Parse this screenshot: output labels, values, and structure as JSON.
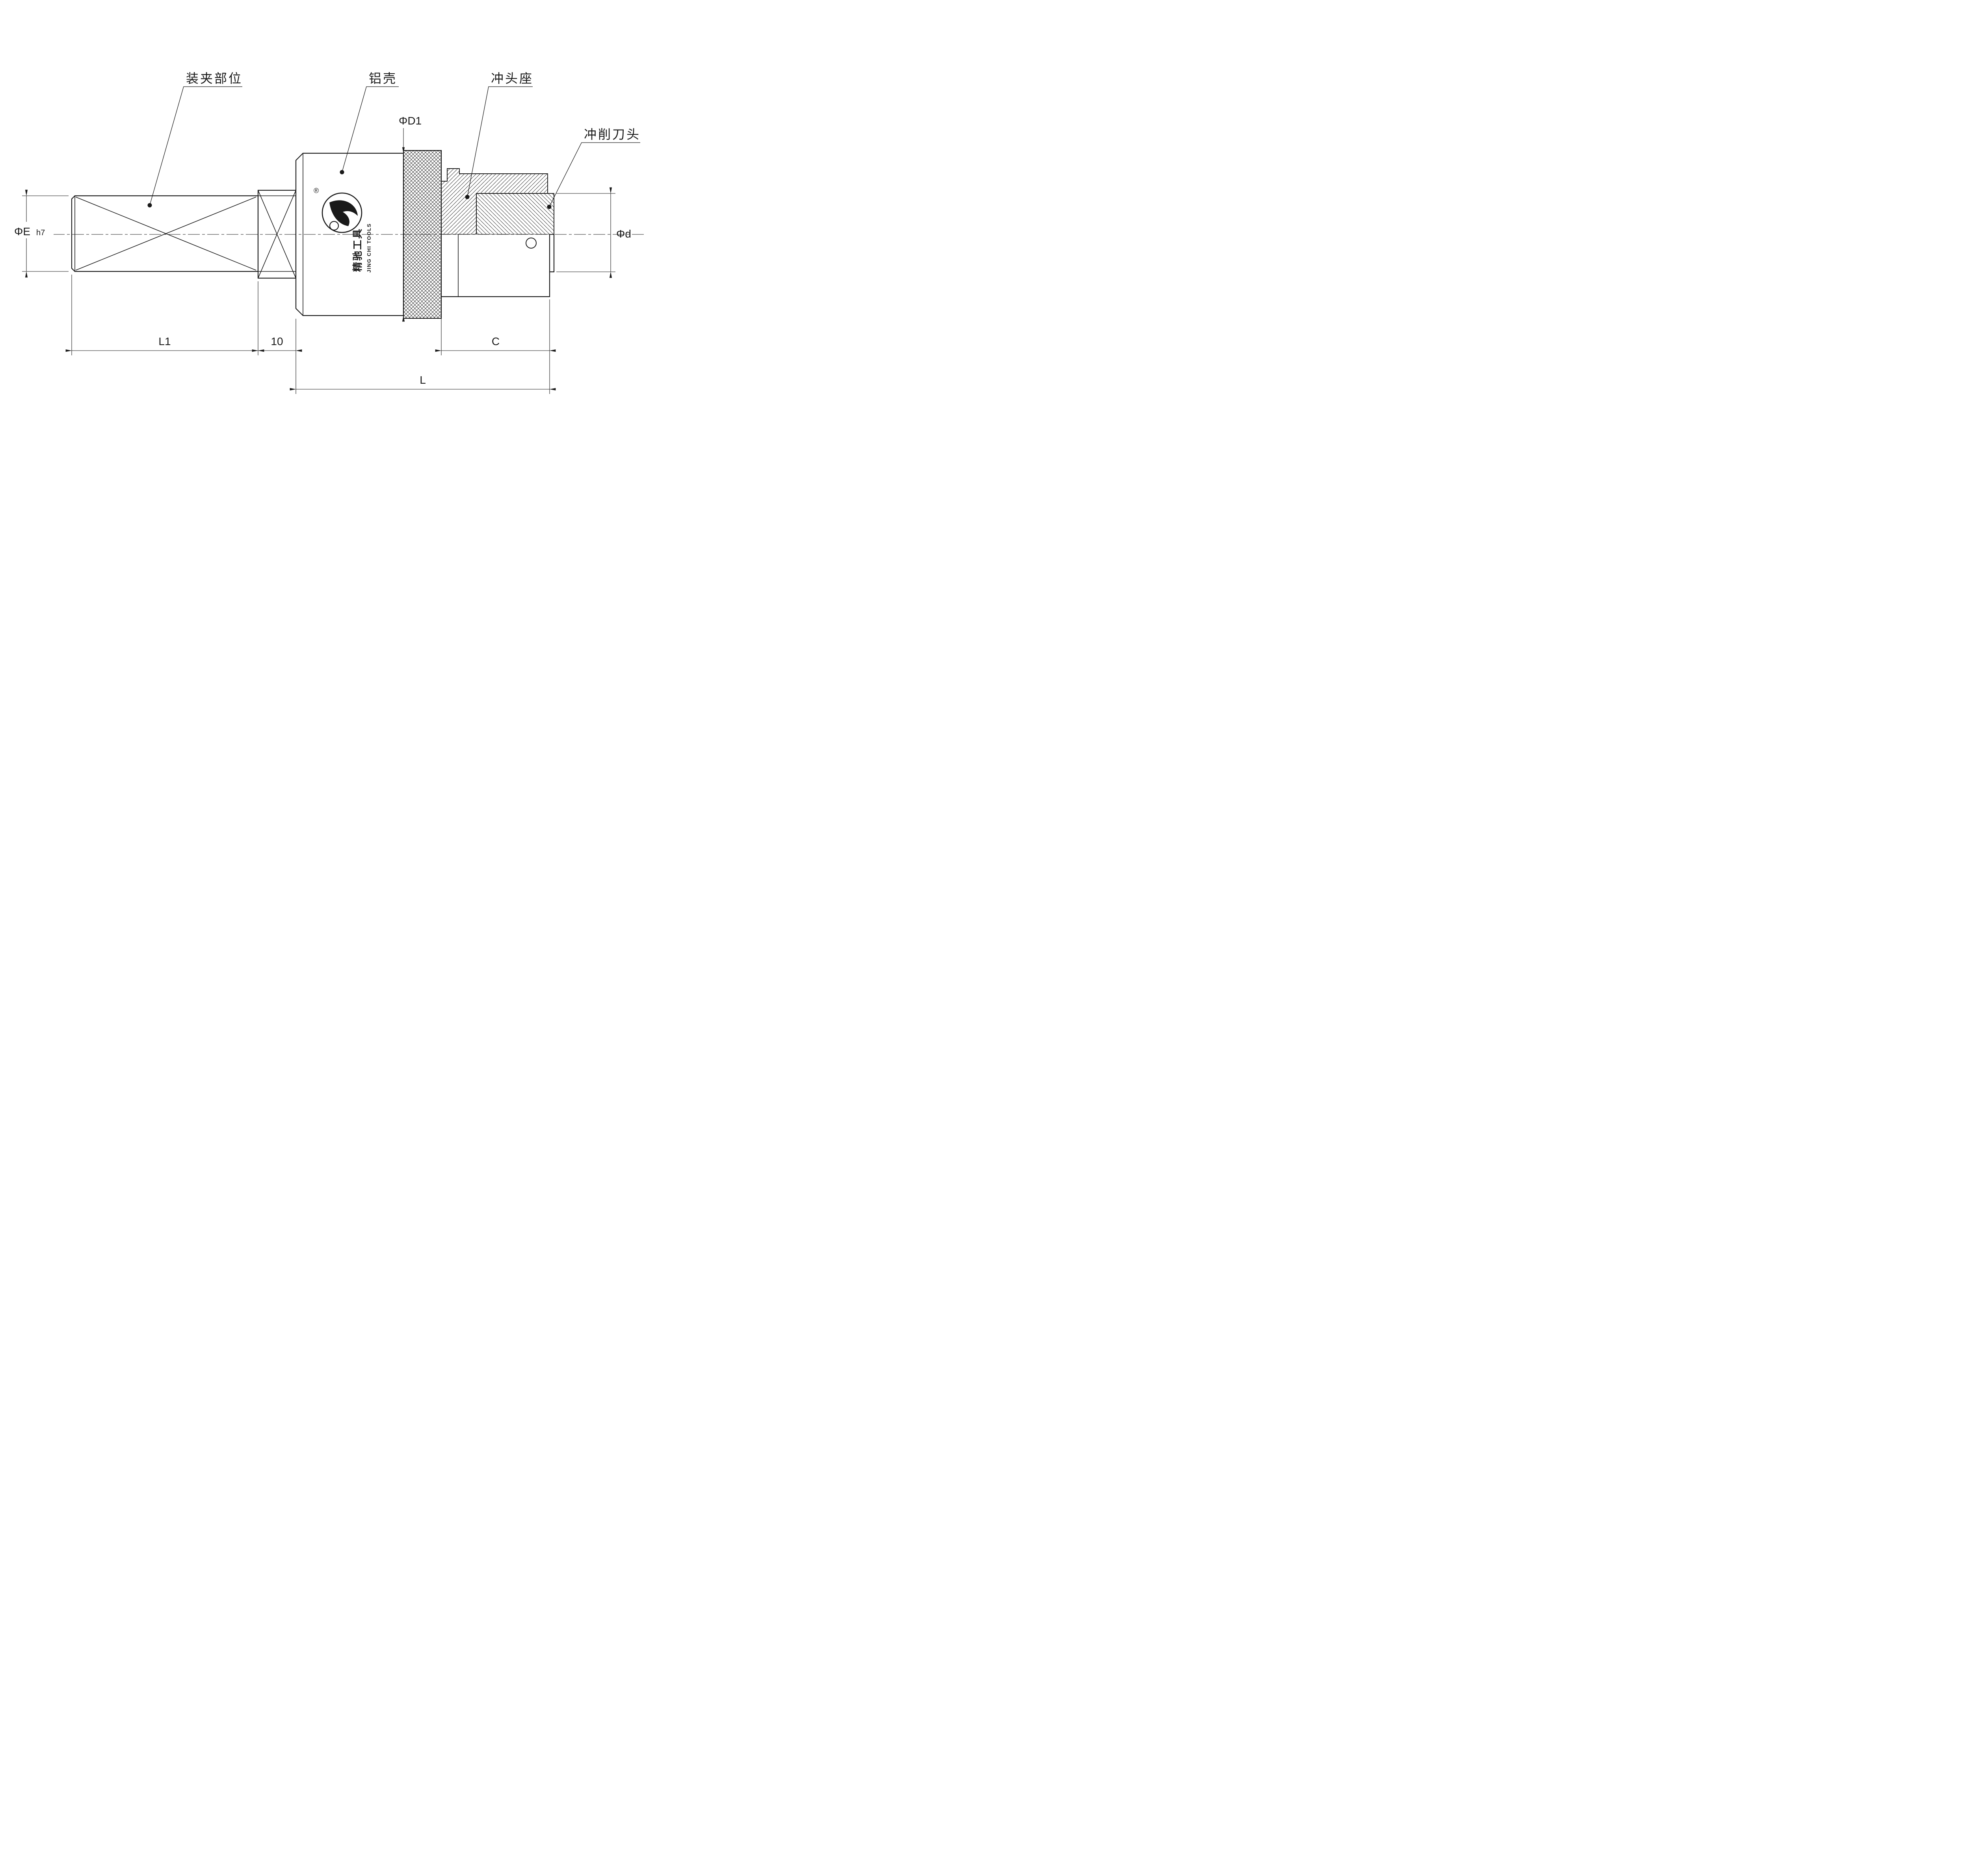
{
  "colors": {
    "ink": "#1a1a1a",
    "background": "#ffffff"
  },
  "callouts": {
    "clamping": "装夹部位",
    "shell": "铝壳",
    "seat": "冲头座",
    "punch_head": "冲削刀头"
  },
  "dims": {
    "phi_e": "ΦE",
    "phi_e_tol": "h7",
    "l1": "L1",
    "ten": "10",
    "phi_d1": "ΦD1",
    "c": "C",
    "l": "L",
    "phi_d": "Φd"
  },
  "brand": {
    "registered": "®",
    "cn": "精驰工具",
    "en": "JING CHI TOOLS"
  }
}
